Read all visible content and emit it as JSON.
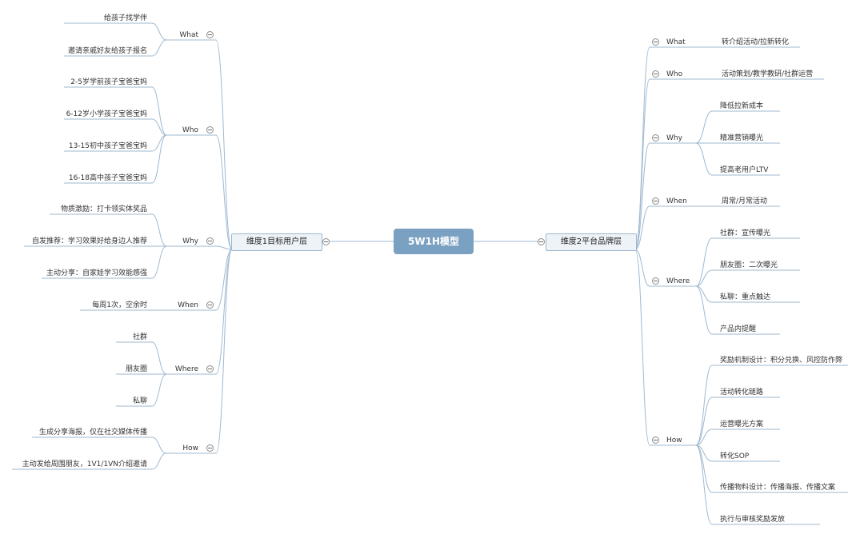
{
  "root": {
    "label": "5W1H模型"
  },
  "left_branch": {
    "label": "维度1目标用户层",
    "categories": [
      {
        "label": "What",
        "items": [
          "给孩子找学伴",
          "邀请亲戚好友给孩子报名"
        ]
      },
      {
        "label": "Who",
        "items": [
          "2-5岁学前孩子宝爸宝妈",
          "6-12岁小学孩子宝爸宝妈",
          "13-15初中孩子宝爸宝妈",
          "16-18高中孩子宝爸宝妈"
        ]
      },
      {
        "label": "Why",
        "items": [
          "物质激励：打卡领实体奖品",
          "自发推荐：学习效果好给身边人推荐",
          "主动分享：自家娃学习效能感强"
        ]
      },
      {
        "label": "When",
        "items": [
          "每周1次，空余时"
        ]
      },
      {
        "label": "Where",
        "items": [
          "社群",
          "朋友圈",
          "私聊"
        ]
      },
      {
        "label": "How",
        "items": [
          "生成分享海报，仅在社交媒体传播",
          "主动发给周围朋友，1V1/1VN介绍邀请"
        ]
      }
    ]
  },
  "right_branch": {
    "label": "维度2平台品牌层",
    "categories": [
      {
        "label": "What",
        "items": [
          "转介绍活动/拉新转化"
        ]
      },
      {
        "label": "Who",
        "items": [
          "活动策划/教学教研/社群运营"
        ]
      },
      {
        "label": "Why",
        "items": [
          "降低拉新成本",
          "精准营销曝光",
          "提高老用户LTV"
        ]
      },
      {
        "label": "When",
        "items": [
          "周常/月常活动"
        ]
      },
      {
        "label": "Where",
        "items": [
          "社群：宣传曝光",
          "朋友圈：二次曝光",
          "私聊：重点触达",
          "产品内提醒"
        ]
      },
      {
        "label": "How",
        "items": [
          "奖励机制设计：积分兑换、风控防作弊",
          "活动转化链路",
          "运营曝光方案",
          "转化SOP",
          "传播物料设计：传播海报、传播文案",
          "执行与审核奖励发放"
        ]
      }
    ]
  },
  "style": {
    "edge_color": "#9fb9cf",
    "root_color": "#7aa1c2"
  }
}
